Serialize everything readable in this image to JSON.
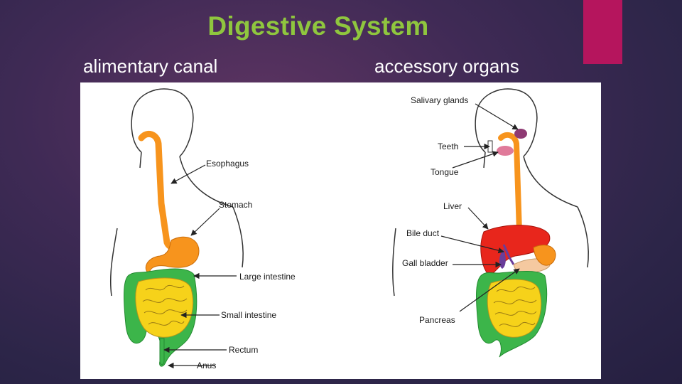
{
  "slide": {
    "title": "Digestive System",
    "left_heading": "alimentary canal",
    "right_heading": "accessory organs",
    "accent_color": "#b5155d",
    "title_color": "#8fc63e"
  },
  "diagram": {
    "left_labels": {
      "esophagus": "Esophagus",
      "stomach": "Stomach",
      "large_intestine": "Large intestine",
      "small_intestine": "Small intestine",
      "rectum": "Rectum",
      "anus": "Anus"
    },
    "right_labels": {
      "salivary_glands": "Salivary glands",
      "teeth": "Teeth",
      "tongue": "Tongue",
      "liver": "Liver",
      "bile_duct": "Bile duct",
      "gall_bladder": "Gall bladder",
      "pancreas": "Pancreas"
    },
    "organ_colors": {
      "esophagus": "#f7941d",
      "stomach": "#f7941d",
      "large_intestine": "#3cb54a",
      "small_intestine": "#f6d21a",
      "liver": "#e8261c",
      "gall_bladder": "#6a3d9a",
      "pancreas": "#f5c9a0",
      "salivary": "#8e3a73"
    }
  }
}
